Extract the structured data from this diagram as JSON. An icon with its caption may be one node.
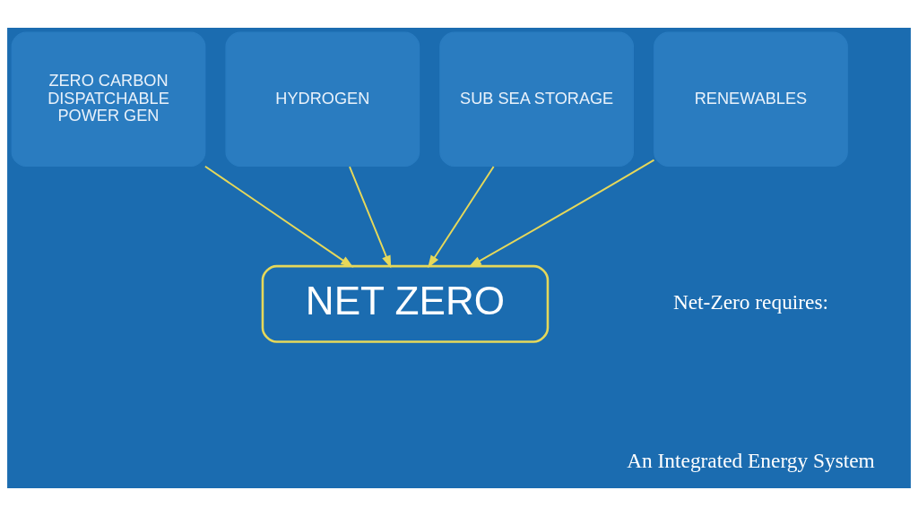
{
  "diagram": {
    "nodes": [
      {
        "text": [
          "RENEWABLES"
        ]
      },
      {
        "text": [
          "ZERO CARBON DISPATCHABLE POWER GEN"
        ]
      },
      {
        "text": [
          "HYDROGEN"
        ]
      },
      {
        "text": [
          "SUB SEA STORAGE"
        ]
      },
      {
        "text": [
          "NET ZERO"
        ]
      }
    ],
    "edges": [
      {
        "from": 0,
        "to": 4,
        "arrow": "to"
      },
      {
        "from": 1,
        "to": 4,
        "arrow": "to"
      },
      {
        "from": 2,
        "to": 4,
        "arrow": "to"
      },
      {
        "from": 3,
        "to": 4,
        "arrow": "to"
      }
    ],
    "labels": [
      "Net-Zero requires:",
      "An Integrated Energy System"
    ]
  }
}
